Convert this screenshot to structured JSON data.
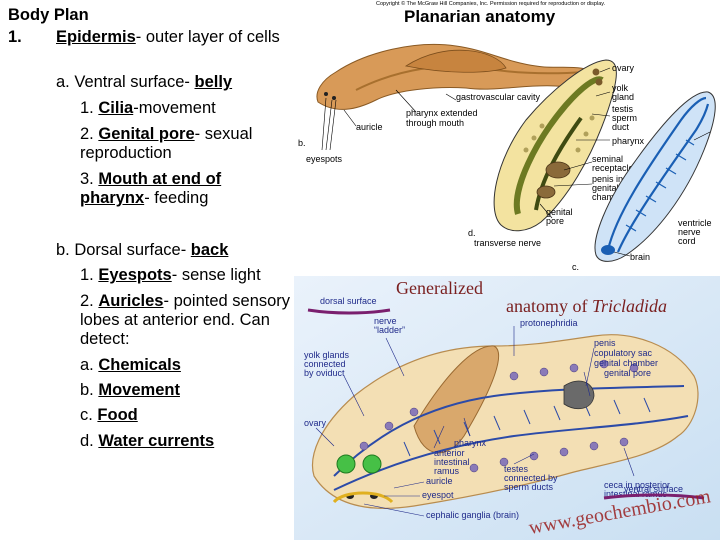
{
  "title": "Body Plan",
  "item1": {
    "num": "1.",
    "term": "Epidermis",
    "desc": "- outer layer of cells"
  },
  "ventral": {
    "prefix": "a.  Ventral surface- ",
    "term": "belly",
    "items": [
      {
        "num": "1.  ",
        "term": "Cilia",
        "desc": "-movement"
      },
      {
        "num": "2.  ",
        "term": "Genital pore",
        "desc": "- sexual reproduction"
      },
      {
        "num": "3.  ",
        "term": "Mouth at end of pharynx",
        "desc": "- feeding"
      }
    ]
  },
  "dorsal": {
    "prefix": "b.  Dorsal surface- ",
    "term": "back",
    "items": [
      {
        "num": "1.  ",
        "term": "Eyespots",
        "desc": "- sense light"
      },
      {
        "num": "2.  ",
        "term": "Auricles",
        "desc": "- pointed sensory lobes at anterior end.  Can detect:"
      }
    ],
    "detects": [
      {
        "num": "a.  ",
        "term": "Chemicals"
      },
      {
        "num": "b.  ",
        "term": "Movement"
      },
      {
        "num": "c.  ",
        "term": "Food"
      },
      {
        "num": "d.  ",
        "term": "Water currents"
      }
    ]
  },
  "fig1": {
    "copyright": "Copyright © The McGraw Hill Companies, Inc. Permission required for reproduction or display.",
    "title": "Planarian anatomy",
    "labels": {
      "gastrovascular": "gastrovascular cavity",
      "pharynx_ext": "pharynx extended",
      "pharynx_ext2": "through mouth",
      "auricle": "auricle",
      "eyespots": "eyespots",
      "b": "b.",
      "ovary": "ovary",
      "yolk": "yolk",
      "gland": "gland",
      "testis": "testis",
      "sperm": "sperm",
      "duct": "duct",
      "pharynx": "pharynx",
      "seminal": "seminal",
      "receptacle": "receptacle",
      "penis": "penis in",
      "genital": "genital",
      "chamber": "chamber",
      "gpore": "genital",
      "pore": "pore",
      "d": "d.",
      "transverse": "transverse nerve",
      "ventricle": "ventricle",
      "nerve": "nerve",
      "cord": "cord",
      "brain": "brain",
      "c": "c."
    }
  },
  "fig2": {
    "title1": "Generalized",
    "title2": "anatomy of ",
    "title3": "Tricladida",
    "dorsal": "dorsal surface",
    "ventral": "ventral surface",
    "watermark": "www.geochembio.com",
    "labels": {
      "nerve": "nerve",
      "ladder": "“ladder”",
      "protonephridia": "protonephridia",
      "yolk1": "yolk glands",
      "yolk2": "connected",
      "yolk3": "by oviduct",
      "penis": "penis",
      "copulatory": "copulatory sac",
      "gchamber": "genital chamber",
      "gpore": "genital pore",
      "ovary": "ovary",
      "pharynx": "pharynx",
      "anterior": "anterior",
      "intestinal": "intestinal",
      "ramus": "ramus",
      "testes": "testes",
      "testes2": "connected by",
      "testes3": "sperm ducts",
      "ceca": "ceca in posterior",
      "ceca2": "intestinal ramus",
      "auricle": "auricle",
      "eyespot": "eyespot",
      "ganglia": "cephalic ganglia (brain)"
    }
  }
}
